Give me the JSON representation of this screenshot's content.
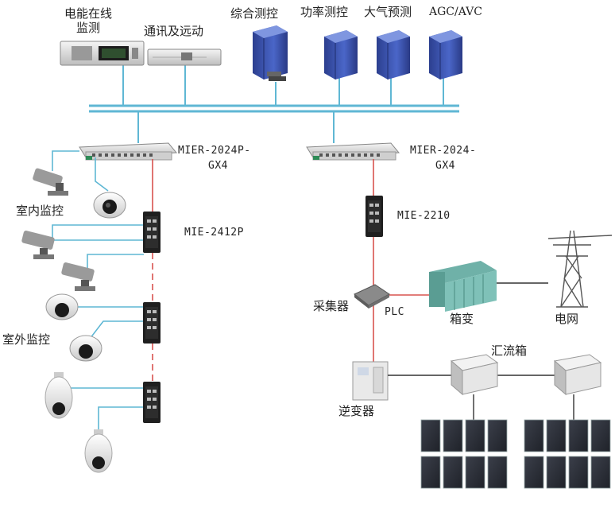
{
  "top": {
    "power_monitor_l1": "电能在线",
    "power_monitor_l2": "监测",
    "comm_remote": "通讯及远动",
    "integrated_control": "综合测控",
    "power_control": "功率测控",
    "weather_forecast": "大气预测",
    "agc_avc": "AGC/AVC"
  },
  "switches": {
    "left_l1": "MIER-2024P-",
    "left_l2": "GX4",
    "right_l1": "MIER-2024-",
    "right_l2": "GX4",
    "mie2412p": "MIE-2412P",
    "mie2210": "MIE-2210"
  },
  "cameras": {
    "indoor": "室内监控",
    "outdoor": "室外监控"
  },
  "power": {
    "collector": "采集器",
    "plc": "PLC",
    "box_transformer": "箱变",
    "grid": "电网",
    "combiner_box": "汇流箱",
    "inverter": "逆变器"
  },
  "colors": {
    "bus": "#5fb7d4",
    "fiber": "#d9534f",
    "link": "#5fb7d4",
    "server": "#3b57b5"
  }
}
